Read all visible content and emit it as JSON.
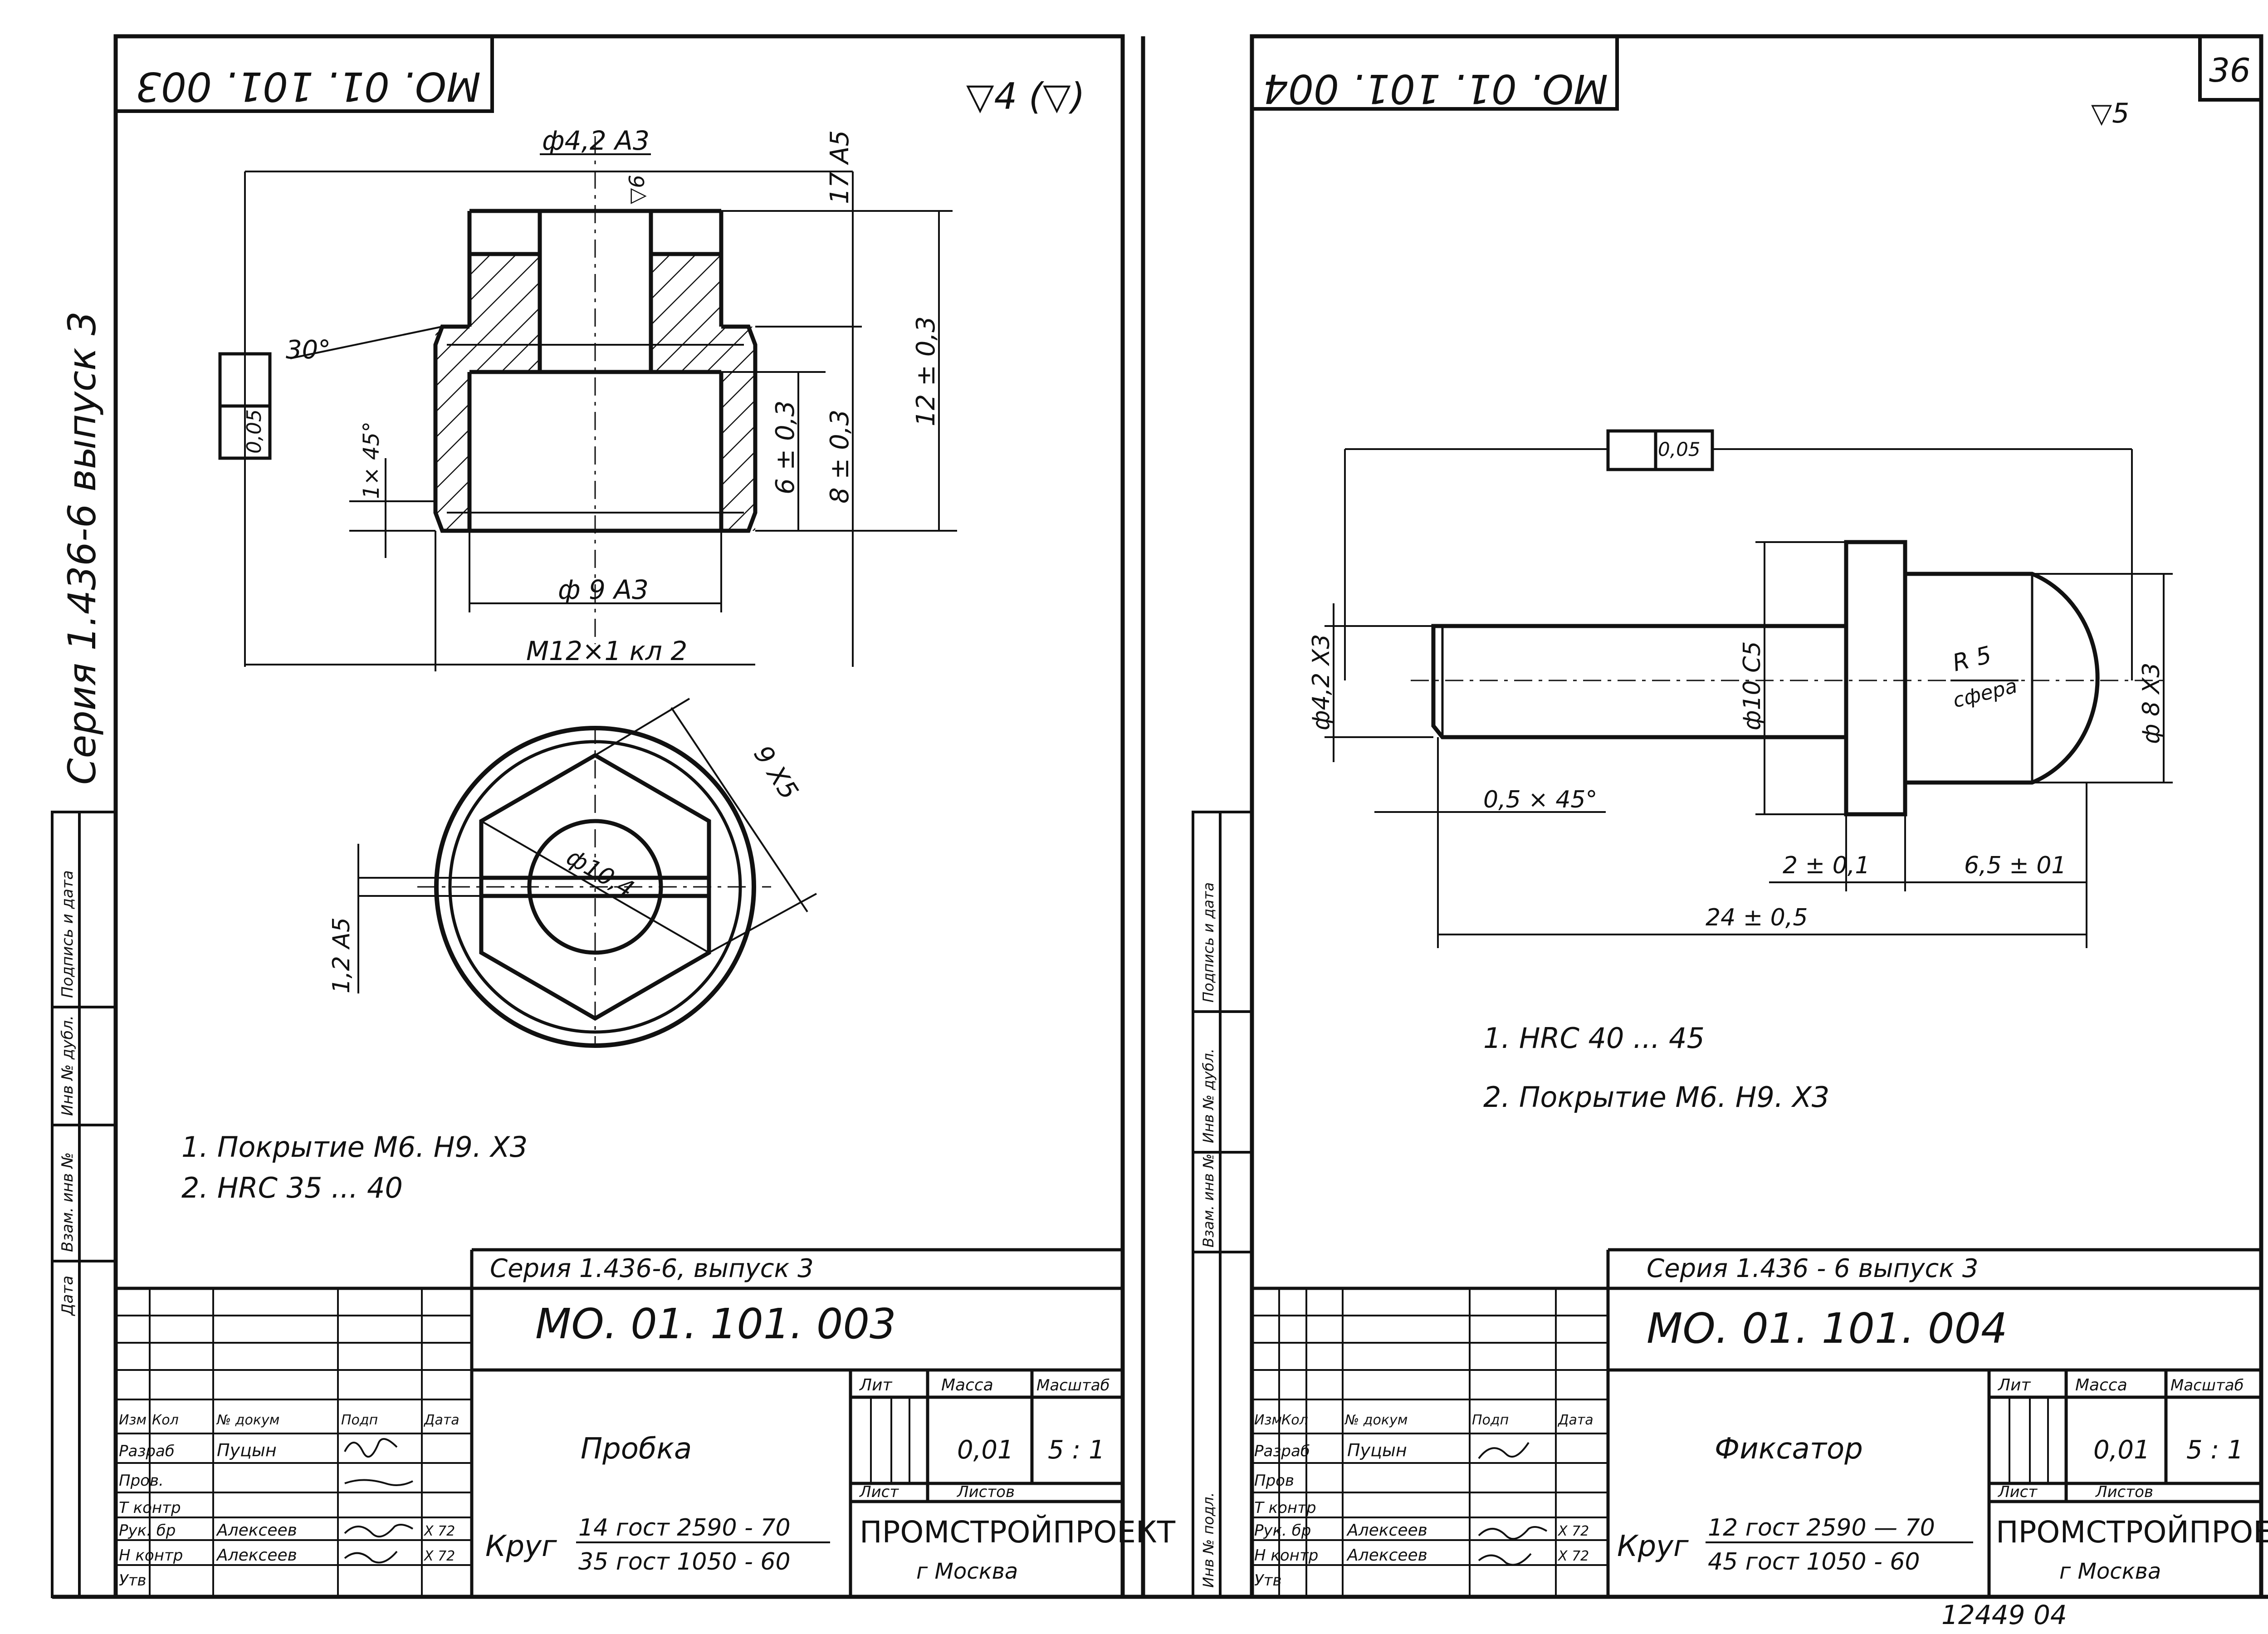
{
  "page": {
    "series_vertical": "Серия 1.436-6 выпуск 3",
    "sheet_number": "36",
    "archive_number": "12449 04",
    "side_stamp": [
      "Взам. инв №",
      "Инв № дубл.",
      "Подпись и дата",
      "Инв № подл."
    ],
    "left_stamp_head": [
      "Дата",
      "Взам. инв №",
      "Инв № дубл.",
      "Подпись и дата"
    ]
  },
  "left_sheet": {
    "code_top": "МО. 01. 101. 003",
    "roughness": "▽4 (▽)",
    "dims": {
      "d_hole": "ф4,2 А3",
      "rough_hole": "▽6",
      "top_w": "17 А5",
      "height": "12 ± 0,3",
      "depth1": "6 ± 0,3",
      "depth2": "8 ± 0,3",
      "angle": "30°",
      "chamfer": "1× 45°",
      "d_bore": "ф 9 А3",
      "thread": "М12×1 кл 2",
      "tol": "0,05",
      "across_flats": "9 Х5",
      "hex_diag": "ф10,4",
      "slot": "1,2 А5"
    },
    "notes": [
      "1.  Покрытие  М6. Н9. Х3",
      "2.  HRC  35 ... 40"
    ],
    "title_block": {
      "series": "Серия  1.436-6,   выпуск  3",
      "code": "МО. 01. 101. 003",
      "name": "Пробка",
      "head": [
        "Изм",
        "Кол",
        "№ докум",
        "Подп",
        "Дата"
      ],
      "roles": [
        "Разраб",
        "Пров.",
        "Т контр",
        "Рук. бр",
        "Н контр",
        "Утв"
      ],
      "people": [
        "Пуцын",
        "",
        "",
        "Алексеев",
        "Алексеев",
        ""
      ],
      "dates": [
        "",
        "",
        "",
        "X 72",
        "X 72",
        ""
      ],
      "lit_label": "Лит",
      "mass_label": "Масса",
      "scale_label": "Масштаб",
      "mass": "0,01",
      "scale": "5 : 1",
      "sheet_label": "Лист",
      "sheets_label": "Листов",
      "material": "Круг",
      "material_top": "14  гост  2590 - 70",
      "material_bottom": "35  гост  1050 - 60",
      "org": "ПРОМСТРОЙПРОЕКТ",
      "city": "г  Москва"
    }
  },
  "right_sheet": {
    "code_top": "МО. 01. 101. 004",
    "roughness": "▽5",
    "dims": {
      "tol": "0,05",
      "d_shank": "ф4,2 Х3",
      "d_collar": "ф10 С5",
      "d_head": "ф 8 Х3",
      "radius": "R 5",
      "sphere": "сфера",
      "chamfer": "0,5 × 45°",
      "collar_w": "2 ± 0,1",
      "head_len": "6,5 ± 01",
      "total": "24 ± 0,5"
    },
    "notes": [
      "1.  HRC  40 ... 45",
      "2.  Покрытие  М6. Н9. Х3"
    ],
    "title_block": {
      "series": "Серия  1.436 - 6    выпуск  3",
      "code": "МО. 01. 101. 004",
      "name": "Фиксатор",
      "head": [
        "Изм",
        "Кол",
        "№ докум",
        "Подп",
        "Дата"
      ],
      "roles": [
        "Разраб",
        "Пров",
        "Т контр",
        "Рук. бр",
        "Н контр",
        "Утв"
      ],
      "people": [
        "Пуцын",
        "",
        "",
        "Алексеев",
        "Алексеев",
        ""
      ],
      "dates": [
        "",
        "",
        "",
        "X 72",
        "X 72",
        ""
      ],
      "lit_label": "Лит",
      "mass_label": "Масса",
      "scale_label": "Масштаб",
      "mass": "0,01",
      "scale": "5 : 1",
      "sheet_label": "Лист",
      "sheets_label": "Листов",
      "material": "Круг",
      "material_top": "12  гост  2590 — 70",
      "material_bottom": "45  гост  1050 - 60",
      "org": "ПРОМСТРОЙПРОЕКТ",
      "city": "г  Москва"
    }
  }
}
